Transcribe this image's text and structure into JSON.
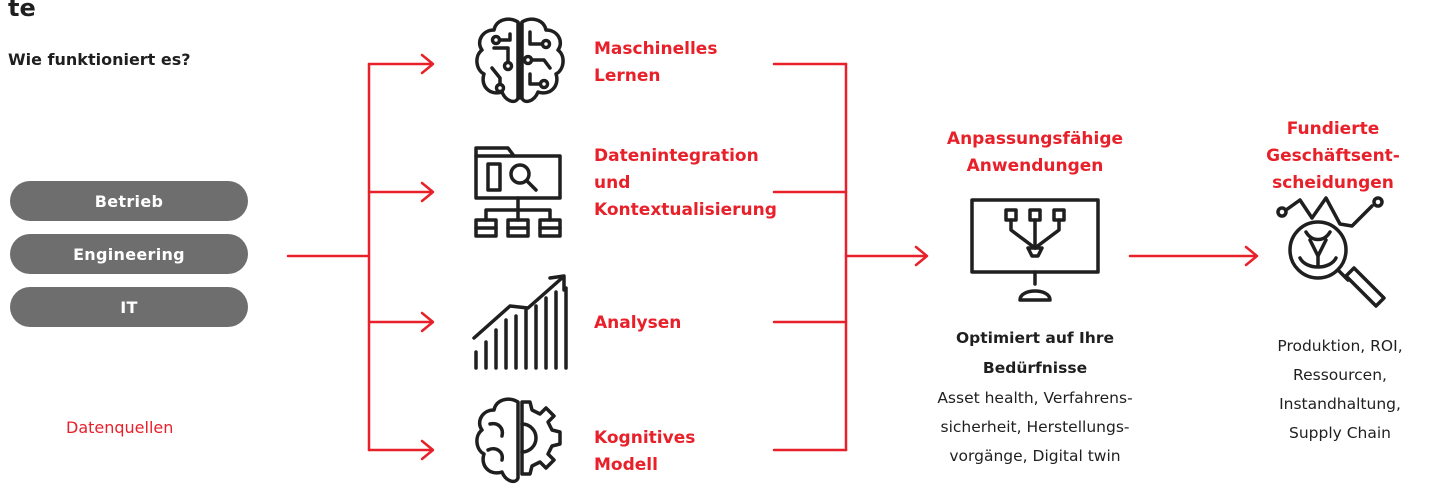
{
  "heading_fragment": "te",
  "subtitle": "Wie funktioniert es?",
  "sources": {
    "pills": [
      "Betrieb",
      "Engineering",
      "IT"
    ],
    "label": "Datenquellen"
  },
  "methods": [
    {
      "lines": [
        "Maschinelles",
        "Lernen"
      ],
      "icon": "brain-circuit-icon"
    },
    {
      "lines": [
        "Datenintegration",
        "und",
        "Kontextualisierung"
      ],
      "icon": "folder-network-icon"
    },
    {
      "lines": [
        "Analysen"
      ],
      "icon": "growth-chart-icon"
    },
    {
      "lines": [
        "Kognitives",
        "Modell"
      ],
      "icon": "brain-gear-icon"
    }
  ],
  "applications": {
    "title_lines": [
      "Anpassungsfähige",
      "Anwendungen"
    ],
    "icon": "monitor-tree-icon",
    "bold_lines": [
      "Optimiert auf Ihre",
      "Bedürfnisse"
    ],
    "detail_lines": [
      "Asset health, Verfahrens-",
      "sicherheit, Herstellungs-",
      "vorgänge, Digital twin"
    ]
  },
  "decisions": {
    "title_lines": [
      "Fundierte",
      "Geschäftsent-",
      "scheidungen"
    ],
    "icon": "magnifier-chart-icon",
    "detail_lines": [
      "Produktion, ROI,",
      "Ressourcen,",
      "Instandhaltung,",
      "Supply Chain"
    ]
  },
  "colors": {
    "accent": "#e8202a",
    "pill": "#6e6e6e",
    "text": "#1f1f1f"
  }
}
